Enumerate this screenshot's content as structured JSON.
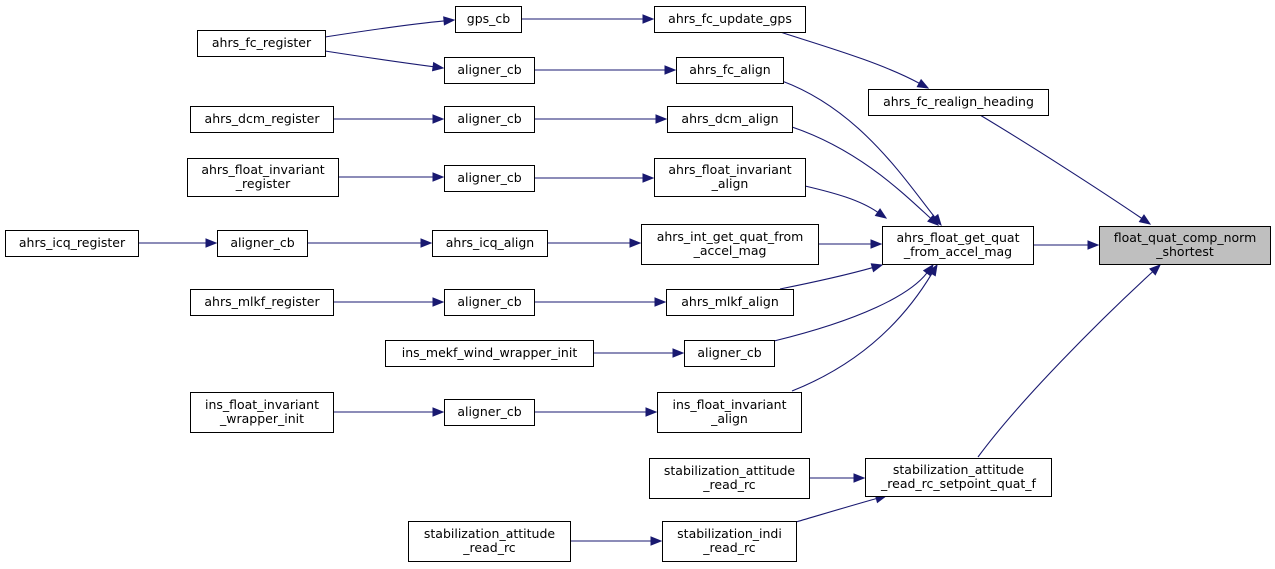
{
  "graph": {
    "nodes": [
      {
        "id": "float_quat_comp_norm_shortest",
        "lines": [
          "float_quat_comp_norm",
          "_shortest"
        ],
        "root": true
      },
      {
        "id": "ahrs_fc_realign_heading",
        "lines": [
          "ahrs_fc_realign_heading"
        ]
      },
      {
        "id": "ahrs_float_get_quat_from_accel_mag",
        "lines": [
          "ahrs_float_get_quat",
          "_from_accel_mag"
        ]
      },
      {
        "id": "stabilization_attitude_read_rc_setpoint_quat_f",
        "lines": [
          "stabilization_attitude",
          "_read_rc_setpoint_quat_f"
        ]
      },
      {
        "id": "ahrs_fc_update_gps",
        "lines": [
          "ahrs_fc_update_gps"
        ]
      },
      {
        "id": "gps_cb",
        "lines": [
          "gps_cb"
        ]
      },
      {
        "id": "ahrs_fc_register",
        "lines": [
          "ahrs_fc_register"
        ]
      },
      {
        "id": "ahrs_fc_align",
        "lines": [
          "ahrs_fc_align"
        ]
      },
      {
        "id": "aligner_cb_fc",
        "lines": [
          "aligner_cb"
        ]
      },
      {
        "id": "ahrs_dcm_align",
        "lines": [
          "ahrs_dcm_align"
        ]
      },
      {
        "id": "aligner_cb_dcm",
        "lines": [
          "aligner_cb"
        ]
      },
      {
        "id": "ahrs_dcm_register",
        "lines": [
          "ahrs_dcm_register"
        ]
      },
      {
        "id": "ahrs_float_invariant_align",
        "lines": [
          "ahrs_float_invariant",
          "_align"
        ]
      },
      {
        "id": "aligner_cb_finv",
        "lines": [
          "aligner_cb"
        ]
      },
      {
        "id": "ahrs_float_invariant_register",
        "lines": [
          "ahrs_float_invariant",
          "_register"
        ]
      },
      {
        "id": "ahrs_int_get_quat_from_accel_mag",
        "lines": [
          "ahrs_int_get_quat_from",
          "_accel_mag"
        ]
      },
      {
        "id": "ahrs_icq_align",
        "lines": [
          "ahrs_icq_align"
        ]
      },
      {
        "id": "aligner_cb_icq",
        "lines": [
          "aligner_cb"
        ]
      },
      {
        "id": "ahrs_icq_register",
        "lines": [
          "ahrs_icq_register"
        ]
      },
      {
        "id": "ahrs_mlkf_align",
        "lines": [
          "ahrs_mlkf_align"
        ]
      },
      {
        "id": "aligner_cb_mlkf",
        "lines": [
          "aligner_cb"
        ]
      },
      {
        "id": "ahrs_mlkf_register",
        "lines": [
          "ahrs_mlkf_register"
        ]
      },
      {
        "id": "aligner_cb_mekf",
        "lines": [
          "aligner_cb"
        ]
      },
      {
        "id": "ins_mekf_wind_wrapper_init",
        "lines": [
          "ins_mekf_wind_wrapper_init"
        ]
      },
      {
        "id": "ins_float_invariant_align",
        "lines": [
          "ins_float_invariant",
          "_align"
        ]
      },
      {
        "id": "aligner_cb_ins",
        "lines": [
          "aligner_cb"
        ]
      },
      {
        "id": "ins_float_invariant_wrapper_init",
        "lines": [
          "ins_float_invariant",
          "_wrapper_init"
        ]
      },
      {
        "id": "stabilization_attitude_read_rc_1",
        "lines": [
          "stabilization_attitude",
          "_read_rc"
        ]
      },
      {
        "id": "stabilization_indi_read_rc",
        "lines": [
          "stabilization_indi",
          "_read_rc"
        ]
      },
      {
        "id": "stabilization_attitude_read_rc_2",
        "lines": [
          "stabilization_attitude",
          "_read_rc"
        ]
      }
    ],
    "edges": [
      {
        "from": "ahrs_fc_realign_heading",
        "to": "float_quat_comp_norm_shortest"
      },
      {
        "from": "ahrs_float_get_quat_from_accel_mag",
        "to": "float_quat_comp_norm_shortest"
      },
      {
        "from": "stabilization_attitude_read_rc_setpoint_quat_f",
        "to": "float_quat_comp_norm_shortest"
      },
      {
        "from": "ahrs_fc_update_gps",
        "to": "ahrs_fc_realign_heading"
      },
      {
        "from": "gps_cb",
        "to": "ahrs_fc_update_gps"
      },
      {
        "from": "ahrs_fc_register",
        "to": "gps_cb"
      },
      {
        "from": "ahrs_fc_register",
        "to": "aligner_cb_fc"
      },
      {
        "from": "aligner_cb_fc",
        "to": "ahrs_fc_align"
      },
      {
        "from": "ahrs_fc_align",
        "to": "ahrs_float_get_quat_from_accel_mag"
      },
      {
        "from": "ahrs_dcm_register",
        "to": "aligner_cb_dcm"
      },
      {
        "from": "aligner_cb_dcm",
        "to": "ahrs_dcm_align"
      },
      {
        "from": "ahrs_dcm_align",
        "to": "ahrs_float_get_quat_from_accel_mag"
      },
      {
        "from": "ahrs_float_invariant_register",
        "to": "aligner_cb_finv"
      },
      {
        "from": "aligner_cb_finv",
        "to": "ahrs_float_invariant_align"
      },
      {
        "from": "ahrs_float_invariant_align",
        "to": "ahrs_float_get_quat_from_accel_mag"
      },
      {
        "from": "ahrs_icq_register",
        "to": "aligner_cb_icq"
      },
      {
        "from": "aligner_cb_icq",
        "to": "ahrs_icq_align"
      },
      {
        "from": "ahrs_icq_align",
        "to": "ahrs_int_get_quat_from_accel_mag"
      },
      {
        "from": "ahrs_int_get_quat_from_accel_mag",
        "to": "ahrs_float_get_quat_from_accel_mag"
      },
      {
        "from": "ahrs_mlkf_register",
        "to": "aligner_cb_mlkf"
      },
      {
        "from": "aligner_cb_mlkf",
        "to": "ahrs_mlkf_align"
      },
      {
        "from": "ahrs_mlkf_align",
        "to": "ahrs_float_get_quat_from_accel_mag"
      },
      {
        "from": "ins_mekf_wind_wrapper_init",
        "to": "aligner_cb_mekf"
      },
      {
        "from": "aligner_cb_mekf",
        "to": "ahrs_float_get_quat_from_accel_mag"
      },
      {
        "from": "ins_float_invariant_wrapper_init",
        "to": "aligner_cb_ins"
      },
      {
        "from": "aligner_cb_ins",
        "to": "ins_float_invariant_align"
      },
      {
        "from": "ins_float_invariant_align",
        "to": "ahrs_float_get_quat_from_accel_mag"
      },
      {
        "from": "stabilization_attitude_read_rc_1",
        "to": "stabilization_attitude_read_rc_setpoint_quat_f"
      },
      {
        "from": "stabilization_attitude_read_rc_2",
        "to": "stabilization_indi_read_rc"
      },
      {
        "from": "stabilization_indi_read_rc",
        "to": "stabilization_attitude_read_rc_setpoint_quat_f"
      }
    ]
  }
}
